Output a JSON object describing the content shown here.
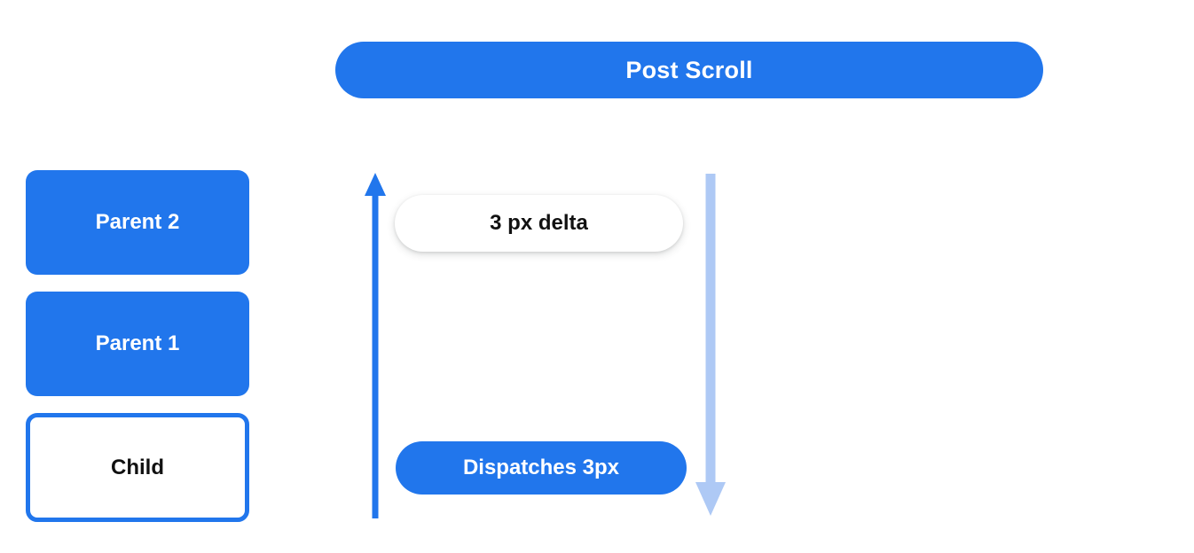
{
  "header": {
    "title": "Post Scroll"
  },
  "nodes": [
    {
      "label": "Parent 2",
      "style": "filled"
    },
    {
      "label": "Parent 1",
      "style": "filled"
    },
    {
      "label": "Child",
      "style": "outlined"
    }
  ],
  "flow": {
    "up_arrow_name": "scroll-bubble-up-arrow",
    "down_arrow_name": "scroll-propagate-down-arrow",
    "delta_pill": "3 px delta",
    "dispatch_pill": "Dispatches 3px"
  },
  "colors": {
    "brand_blue": "#2176ec",
    "arrow_light_blue": "#aec9f5",
    "text_dark": "#111111",
    "text_light": "#ffffff",
    "background": "#ffffff"
  }
}
